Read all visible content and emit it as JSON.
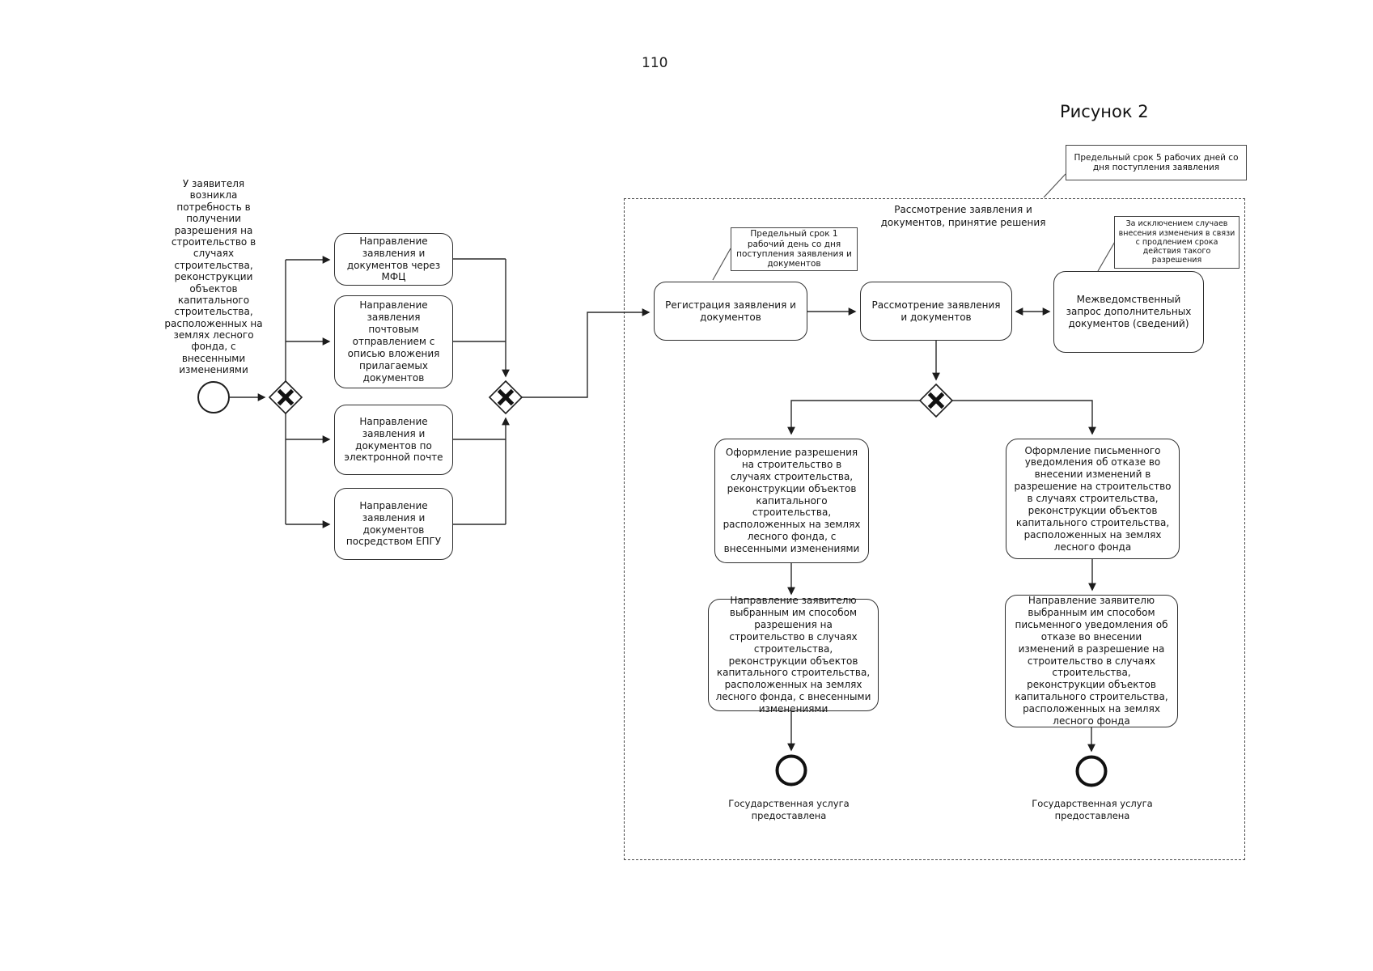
{
  "page": {
    "number": "110",
    "caption": "Рисунок 2"
  },
  "start": {
    "description": "У заявителя возникла потребность в получении разрешения на строительство в случаях строительства, реконструкции объектов капитального строительства, расположенных на землях лесного фонда, с внесенными изменениями"
  },
  "channels": [
    {
      "label": "Направление заявления и документов через МФЦ"
    },
    {
      "label": "Направление заявления почтовым отправлением с описью вложения прилагаемых документов"
    },
    {
      "label": "Направление заявления и документов по электронной почте"
    },
    {
      "label": "Направление заявления и документов посредством ЕПГУ"
    }
  ],
  "subprocess": {
    "label": "Рассмотрение заявления и документов, принятие решения"
  },
  "tasks": {
    "registration": {
      "label": "Регистрация заявления и документов"
    },
    "review": {
      "label": "Рассмотрение заявления и документов"
    },
    "interagency": {
      "label": "Межведомственный запрос дополнительных документов (сведений)"
    },
    "issue_permit": {
      "label": "Оформление разрешения на строительство в случаях строительства, реконструкции объектов капитального строительства, расположенных на землях лесного фонда, с внесенными изменениями"
    },
    "issue_refusal": {
      "label": "Оформление письменного уведомления об отказе во внесении изменений в разрешение на строительство в случаях строительства, реконструкции объектов капитального строительства, расположенных на землях лесного фонда"
    },
    "send_permit": {
      "label": "Направление заявителю выбранным им способом разрешения на строительство в случаях строительства, реконструкции объектов капитального строительства, расположенных на землях лесного фонда, с внесенными изменениями"
    },
    "send_refusal": {
      "label": "Направление заявителю выбранным им способом письменного уведомления об отказе во внесении изменений в разрешение на строительство в случаях строительства, реконструкции объектов капитального строительства, расположенных на землях лесного фонда"
    }
  },
  "annotations": {
    "deadline5": {
      "label": "Предельный срок 5 рабочих дней со дня поступления заявления"
    },
    "exception": {
      "label": "За исключением случаев внесения изменения в связи с продлением срока действия такого разрешения"
    },
    "deadline1": {
      "label": "Предельный срок 1 рабочий день со дня поступления заявления и документов"
    }
  },
  "end_events": [
    {
      "label": "Государственная услуга предоставлена"
    },
    {
      "label": "Государственная услуга предоставлена"
    }
  ],
  "colors": {
    "line": "#2a2a2a",
    "background": "#ffffff"
  }
}
